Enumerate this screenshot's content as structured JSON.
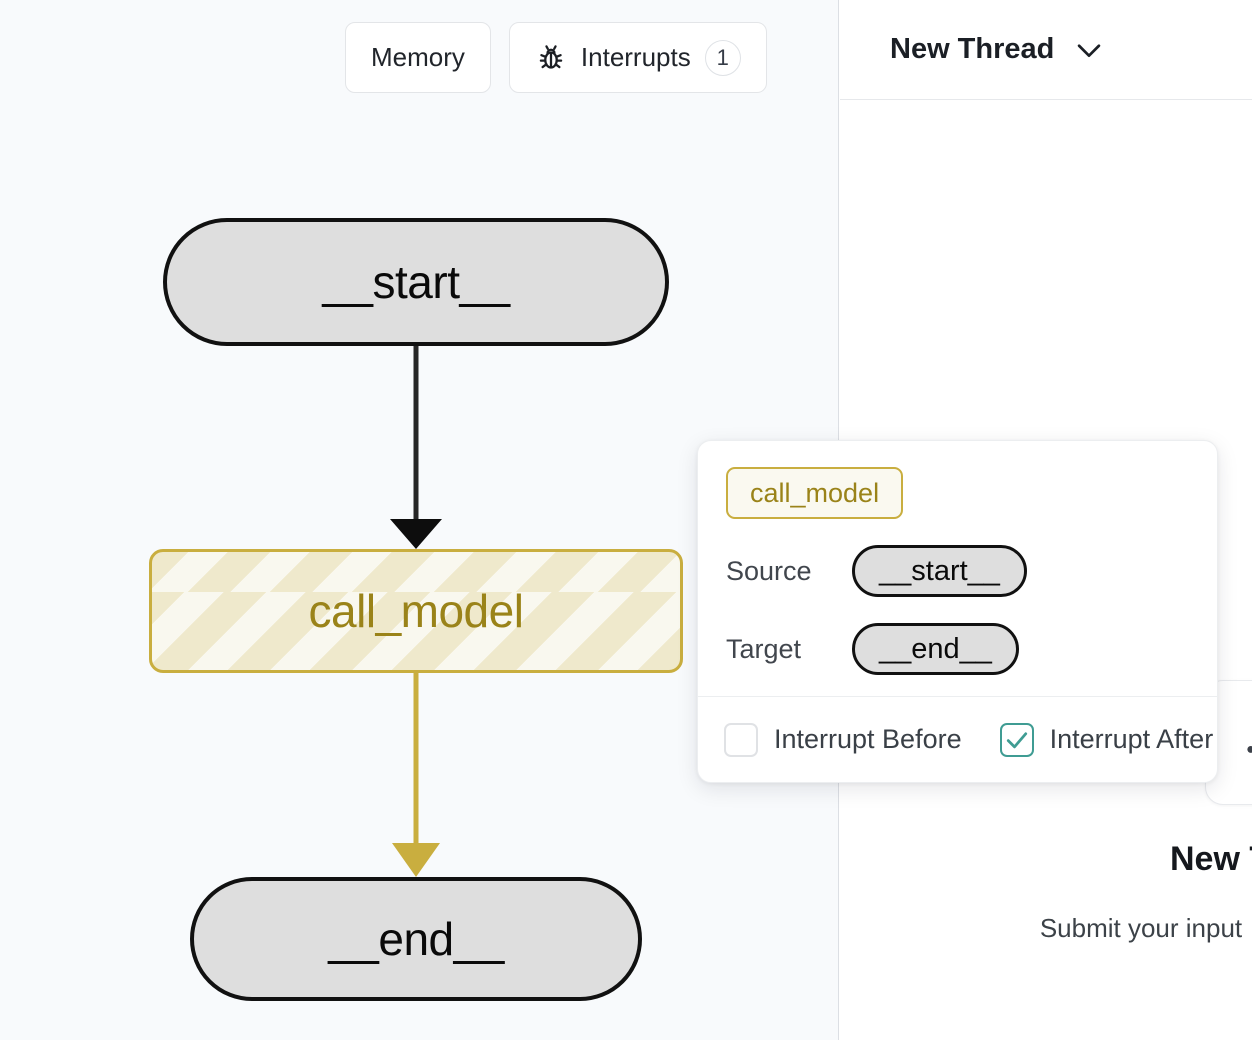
{
  "graph": {
    "toolbar": {
      "memory_label": "Memory",
      "interrupts_label": "Interrupts",
      "interrupts_count": "1",
      "bug_icon": "bug-icon"
    },
    "nodes": [
      {
        "id": "start",
        "label": "__start__",
        "kind": "terminal"
      },
      {
        "id": "call_model",
        "label": "call_model",
        "kind": "active"
      },
      {
        "id": "end",
        "label": "__end__",
        "kind": "terminal"
      }
    ],
    "edges": [
      {
        "from": "start",
        "to": "call_model",
        "color": "#262626"
      },
      {
        "from": "call_model",
        "to": "end",
        "color": "#c9ae3f"
      }
    ],
    "colors": {
      "canvas_bg": "#f8fafc",
      "node_fill": "#dedede",
      "node_stroke": "#111111",
      "accent": "#c9ae3f",
      "accent_text": "#9a8319"
    }
  },
  "popup": {
    "node_badge": "call_model",
    "source_label": "Source",
    "source_value": "__start__",
    "target_label": "Target",
    "target_value": "__end__",
    "interrupt_before_label": "Interrupt Before",
    "interrupt_before_checked": false,
    "interrupt_after_label": "Interrupt After",
    "interrupt_after_checked": true,
    "checked_color": "#3f9c93"
  },
  "thread": {
    "title": "New Thread",
    "chevron_icon": "chevron-down-icon",
    "empty_title": "New T",
    "empty_subtitle": "Submit your input",
    "card_icon": "graph-icon"
  }
}
